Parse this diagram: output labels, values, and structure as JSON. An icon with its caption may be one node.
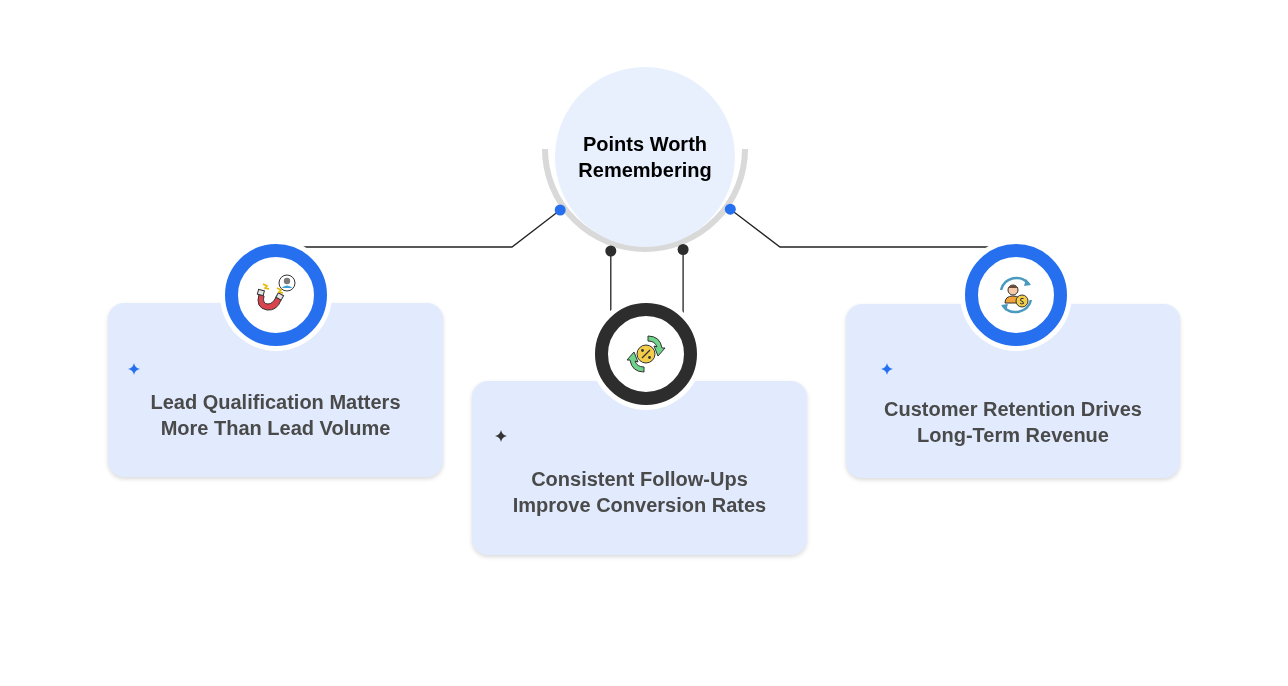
{
  "diagram": {
    "nodes": [
      {
        "text": [
          "Points Worth Remembering"
        ]
      },
      {
        "text": [],
        "shape": "circle"
      },
      {
        "text": [
          "Lead Qualification Matters More Than Lead Volume"
        ]
      },
      {
        "text": [],
        "shape": "circle"
      },
      {
        "text": [
          "Consistent Follow-Ups Improve Conversion Rates"
        ]
      },
      {
        "text": [],
        "shape": "circle"
      },
      {
        "text": [
          "Customer Retention Drives Long-Term Revenue"
        ]
      }
    ],
    "edges": [
      {
        "from": 0,
        "to": 1,
        "arrow": "other"
      },
      {
        "from": 0,
        "to": 3,
        "arrow": "other"
      },
      {
        "from": 0,
        "to": 3,
        "arrow": "other"
      },
      {
        "from": 0,
        "to": 5,
        "arrow": "other"
      }
    ]
  }
}
